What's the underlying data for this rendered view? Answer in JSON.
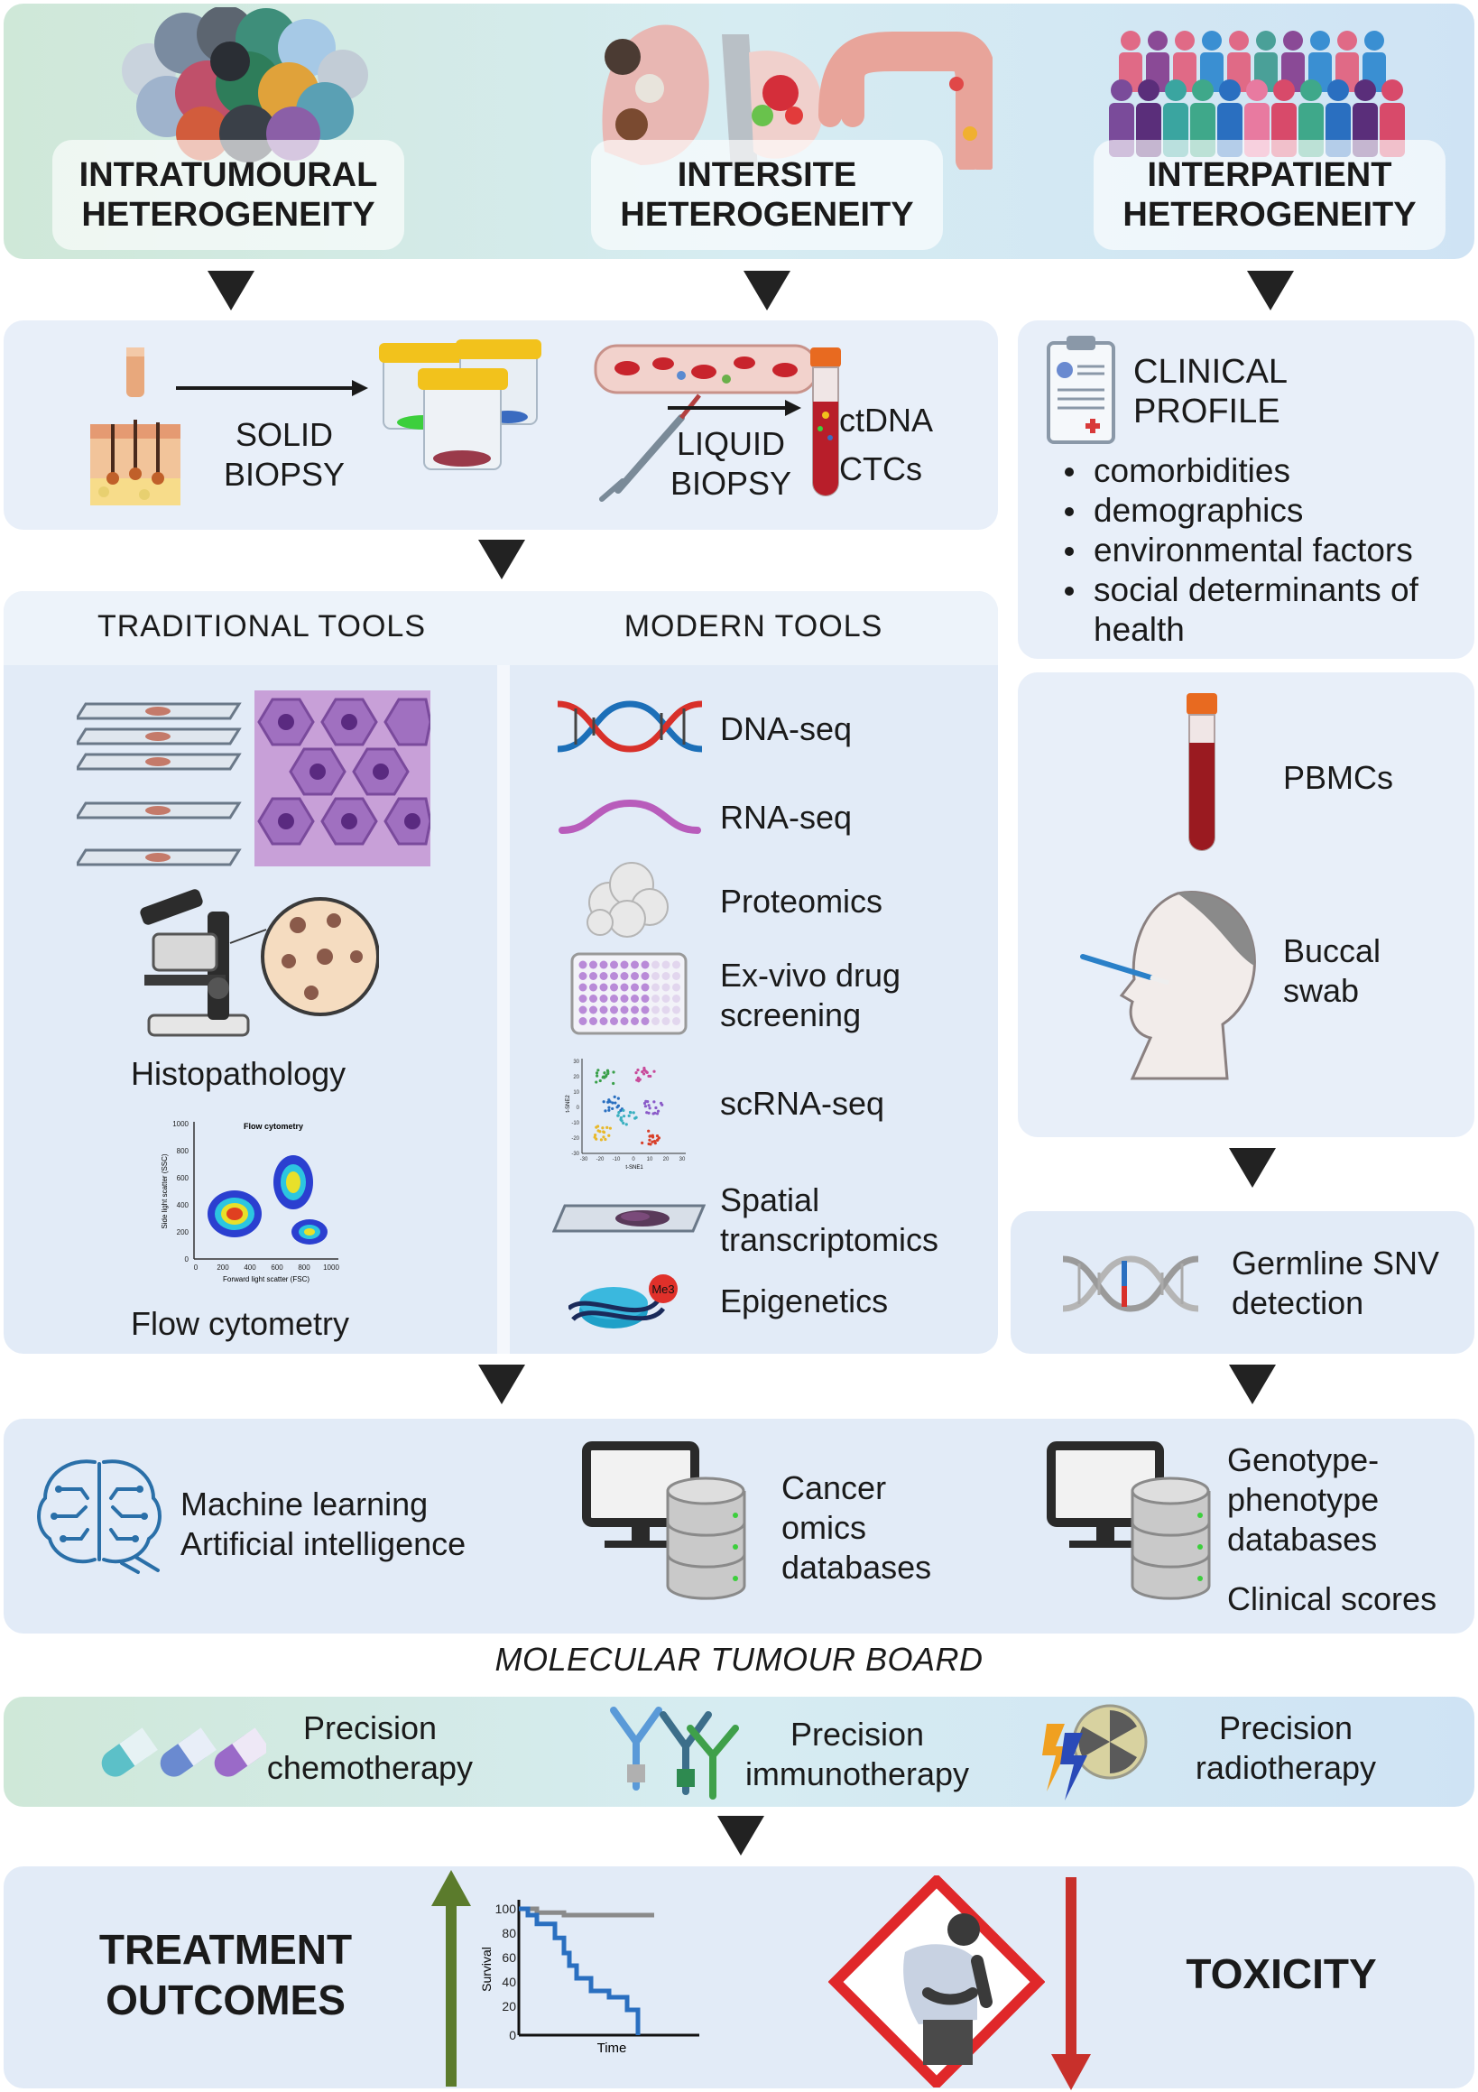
{
  "heterogeneity": {
    "intratumoural": [
      "INTRATUMOURAL",
      "HETEROGENEITY"
    ],
    "intersite": [
      "INTERSITE",
      "HETEROGENEITY"
    ],
    "interpatient": [
      "INTERPATIENT",
      "HETEROGENEITY"
    ]
  },
  "biopsy": {
    "solid": [
      "SOLID",
      "BIOPSY"
    ],
    "liquid": [
      "LIQUID",
      "BIOPSY"
    ],
    "ctdna": "ctDNA",
    "ctcs": "CTCs"
  },
  "clinical": {
    "title": [
      "CLINICAL",
      "PROFILE"
    ],
    "items": [
      "comorbidities",
      "demographics",
      "environmental factors",
      "social determinants of health"
    ]
  },
  "traditional": {
    "header": "TRADITIONAL TOOLS",
    "histopathology": "Histopathology",
    "flow": "Flow cytometry",
    "flow_plot": {
      "title": "Flow cytometry",
      "xlabel": "Forward light scatter (FSC)",
      "ylabel": "Side light scatter (SSC)",
      "xticks": [
        "0",
        "200",
        "400",
        "600",
        "800",
        "1000"
      ],
      "yticks": [
        "0",
        "200",
        "400",
        "600",
        "800",
        "1000"
      ]
    }
  },
  "modern": {
    "header": "MODERN TOOLS",
    "items": {
      "dna": "DNA-seq",
      "rna": "RNA-seq",
      "proteomics": "Proteomics",
      "exvivo": [
        "Ex-vivo drug",
        "screening"
      ],
      "scrna": "scRNA-seq",
      "spatial": [
        "Spatial",
        "transcriptomics"
      ],
      "epi": "Epigenetics",
      "me3": "Me3"
    },
    "tsne": {
      "xlabel": "t-SNE1",
      "ylabel": "t-SNE2",
      "xticks": [
        "-30",
        "-20",
        "-10",
        "0",
        "10",
        "20",
        "30"
      ],
      "yticks": [
        "30",
        "20",
        "10",
        "0",
        "-10",
        "-20",
        "-30"
      ]
    }
  },
  "germline": {
    "pbmcs": "PBMCs",
    "buccal": [
      "Buccal",
      "swab"
    ],
    "snv": [
      "Germline SNV",
      "detection"
    ]
  },
  "databases": {
    "ml": [
      "Machine learning",
      "Artificial intelligence"
    ],
    "cancer": [
      "Cancer",
      "omics",
      "databases"
    ],
    "geno": [
      "Genotype-",
      "phenotype",
      "databases"
    ],
    "scores": "Clinical scores"
  },
  "board": "MOLECULAR TUMOUR BOARD",
  "precision": {
    "chemo": [
      "Precision",
      "chemotherapy"
    ],
    "immuno": [
      "Precision",
      "immunotherapy"
    ],
    "radio": [
      "Precision",
      "radiotherapy"
    ]
  },
  "outcomes": {
    "treatment": [
      "TREATMENT",
      "OUTCOMES"
    ],
    "toxicity": "TOXICITY",
    "km": {
      "xlabel": "Time",
      "ylabel": "Survival",
      "yticks": [
        "100",
        "80",
        "60",
        "40",
        "20",
        "0"
      ]
    }
  },
  "chart_data": {
    "type": "line",
    "xlabel": "Time",
    "ylabel": "Survival",
    "ylim": [
      0,
      100
    ],
    "series": [
      {
        "x": [
          0,
          5,
          10,
          25,
          75
        ],
        "values": [
          100,
          100,
          97,
          95,
          95
        ]
      },
      {
        "x": [
          0,
          5,
          10,
          20,
          25,
          28,
          32,
          40,
          50,
          60,
          66
        ],
        "values": [
          100,
          95,
          88,
          77,
          65,
          55,
          45,
          35,
          30,
          20,
          0
        ]
      }
    ]
  },
  "colors": {
    "panel": "#e7eef9",
    "green_blue_start": "#d3ebdf",
    "green_blue_end": "#cde4f2",
    "up_arrow": "#5b7b2c",
    "down_arrow": "#c8302b"
  }
}
